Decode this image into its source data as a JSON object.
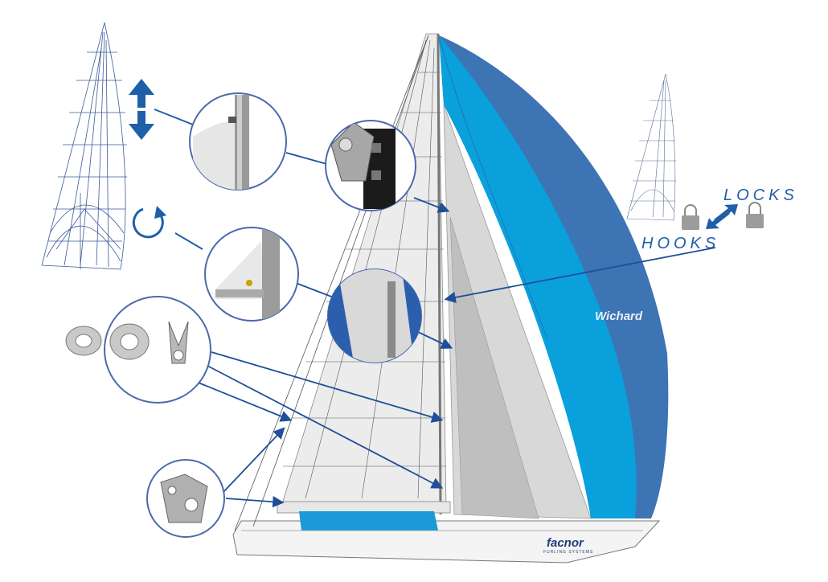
{
  "labels": {
    "locks": "LOCKS",
    "hooks": "HOOKS"
  },
  "brands": {
    "wichard": "Wichard",
    "facnor": "facnor",
    "facnor_sub": "FURLING SYSTEMS"
  },
  "icons": {
    "up_down": "up-down-arrows-icon",
    "rotate": "rotate-arrow-icon",
    "swap": "swap-arrows-icon",
    "padlock": "padlock-icon"
  },
  "colors": {
    "accent_blue": "#1f5fa8",
    "spinnaker_cyan": "#0aa0dc",
    "spinnaker_dark": "#3d74b4",
    "sail_grey": "#d8d8d8",
    "sail_light": "#ececec"
  }
}
